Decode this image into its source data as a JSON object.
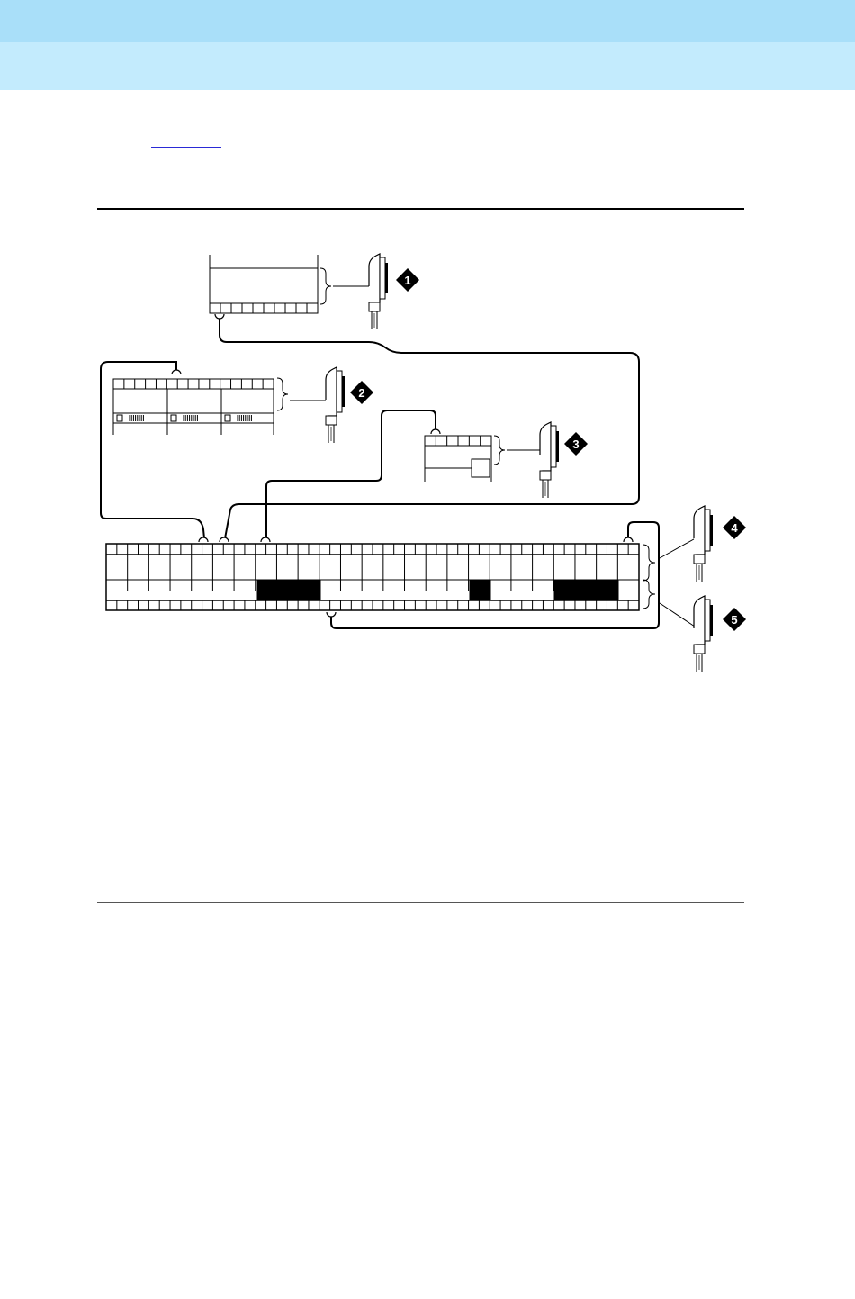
{
  "header": {
    "colors": {
      "band_top": "#a9dff9",
      "band_bottom": "#c3ebfd",
      "link": "#2a2ad6"
    }
  },
  "diagram": {
    "callouts": [
      "1",
      "2",
      "3",
      "4",
      "5"
    ]
  }
}
